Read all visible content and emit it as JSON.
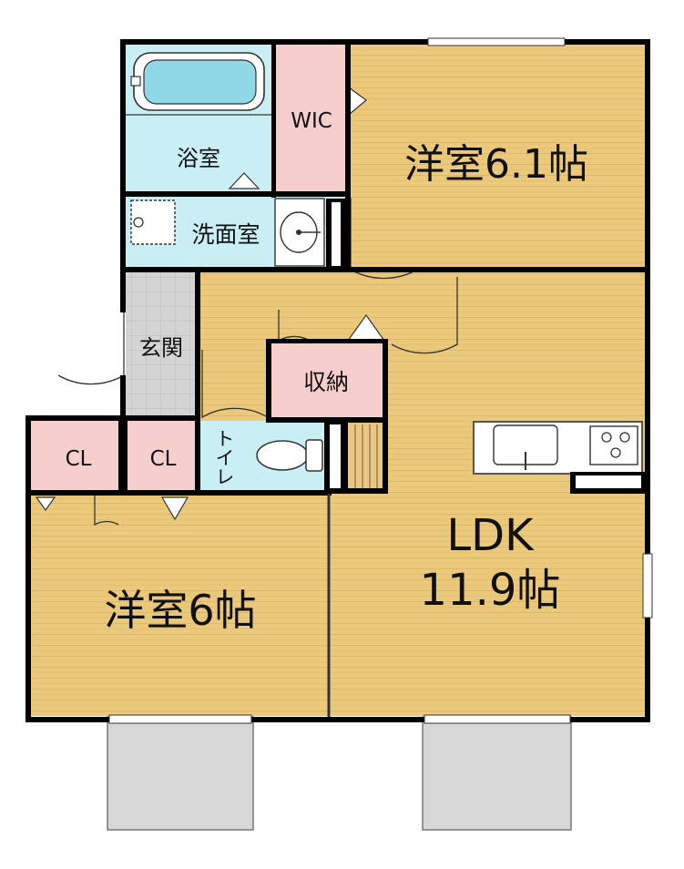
{
  "rooms": {
    "bath": "浴室",
    "wic": "WIC",
    "western_a": "洋室6.1帖",
    "washroom": "洗面室",
    "entrance": "玄関",
    "storage": "収納",
    "cl_left": "CL",
    "cl_right": "CL",
    "toilet": "トイレ",
    "ldk_name": "LDK",
    "ldk_size": "11.9帖",
    "western_b": "洋室6帖"
  },
  "colors": {
    "wood": "#EBC97C",
    "wood_stripe": "#E2BD6C",
    "aqua": "#C9EEF3",
    "pink": "#F6CFCD",
    "tile": "#D4D4D4",
    "balcony": "#D7D7D7",
    "wall": "#000000"
  }
}
